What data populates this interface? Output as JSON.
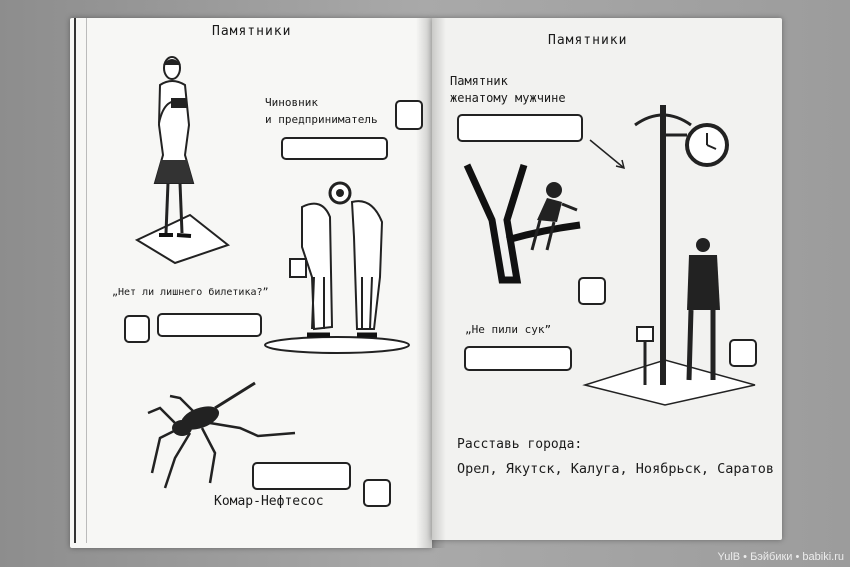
{
  "left_page": {
    "title": "Памятники",
    "label_official": "Чиновник\nи предприниматель",
    "label_ticket": "„Нет ли лишнего билетика?”",
    "label_mosquito": "Комар-Нефтесос"
  },
  "right_page": {
    "title": "Памятники",
    "label_married": "Памятник\nженатому мужчине",
    "label_branch": "„Не пили сук”",
    "cities_heading": "Расставь города:",
    "cities_list": "Орел, Якутск, Калуга, Ноябрьск, Саратов"
  },
  "watermark": "YulB • Бэйбики • babiki.ru"
}
